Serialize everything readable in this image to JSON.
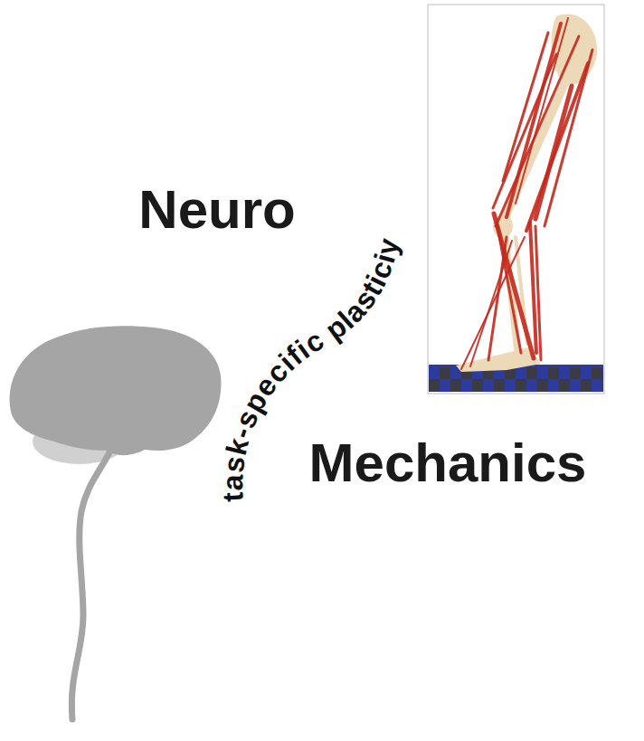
{
  "diagram": {
    "nodes": [
      {
        "text": [
          "Neuro"
        ]
      },
      {
        "text": [
          "Mechanics"
        ]
      }
    ],
    "labels": [
      "task-specific plasticiy"
    ]
  }
}
